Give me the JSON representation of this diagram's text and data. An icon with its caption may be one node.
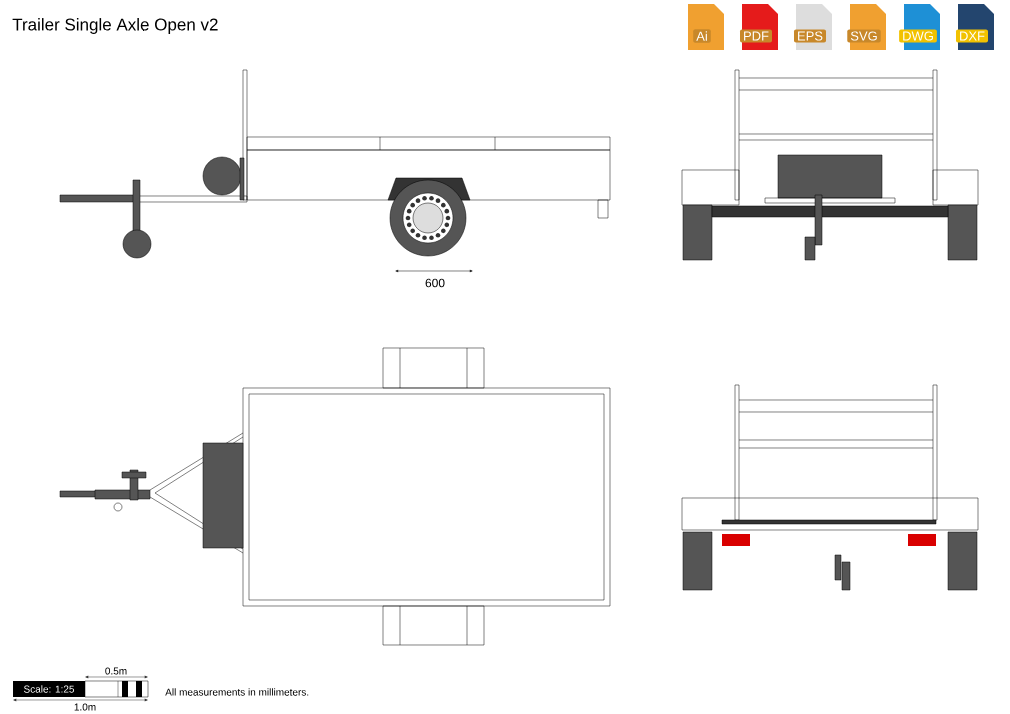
{
  "diagram": {
    "title": "Trailer Single Axle Open v2",
    "labels": [
      "Ai",
      "PDF",
      "EPS",
      "SVG",
      "DWG",
      "DXF",
      "600",
      "0.5m",
      "Scale: 1:25",
      "1.0m",
      "All measurements in millimeters."
    ]
  }
}
